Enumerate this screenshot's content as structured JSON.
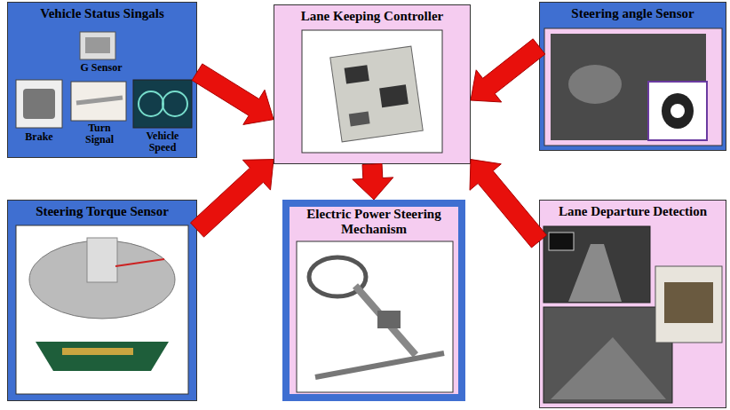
{
  "diagram": {
    "nodes": [
      {
        "text": [
          "Vehicle Status Singals"
        ]
      },
      {
        "text": [
          "Lane Keeping Controller"
        ]
      },
      {
        "text": [
          "Steering angle Sensor"
        ]
      },
      {
        "text": [
          "Steering Torque Sensor"
        ]
      },
      {
        "text": [
          "Electric Power Steering Mechanism"
        ]
      },
      {
        "text": [
          "Lane Departure Detection"
        ]
      }
    ],
    "edges": [
      {
        "from": 0,
        "to": 1,
        "arrow": "to"
      },
      {
        "from": 2,
        "to": 1,
        "arrow": "to"
      },
      {
        "from": 3,
        "to": 1,
        "arrow": "to"
      },
      {
        "from": 5,
        "to": 1,
        "arrow": "to"
      },
      {
        "from": 1,
        "to": 4,
        "arrow": "to"
      }
    ],
    "labels": [
      "G Sensor",
      "Brake",
      "Turn Signal",
      "Vehicle Speed"
    ]
  }
}
